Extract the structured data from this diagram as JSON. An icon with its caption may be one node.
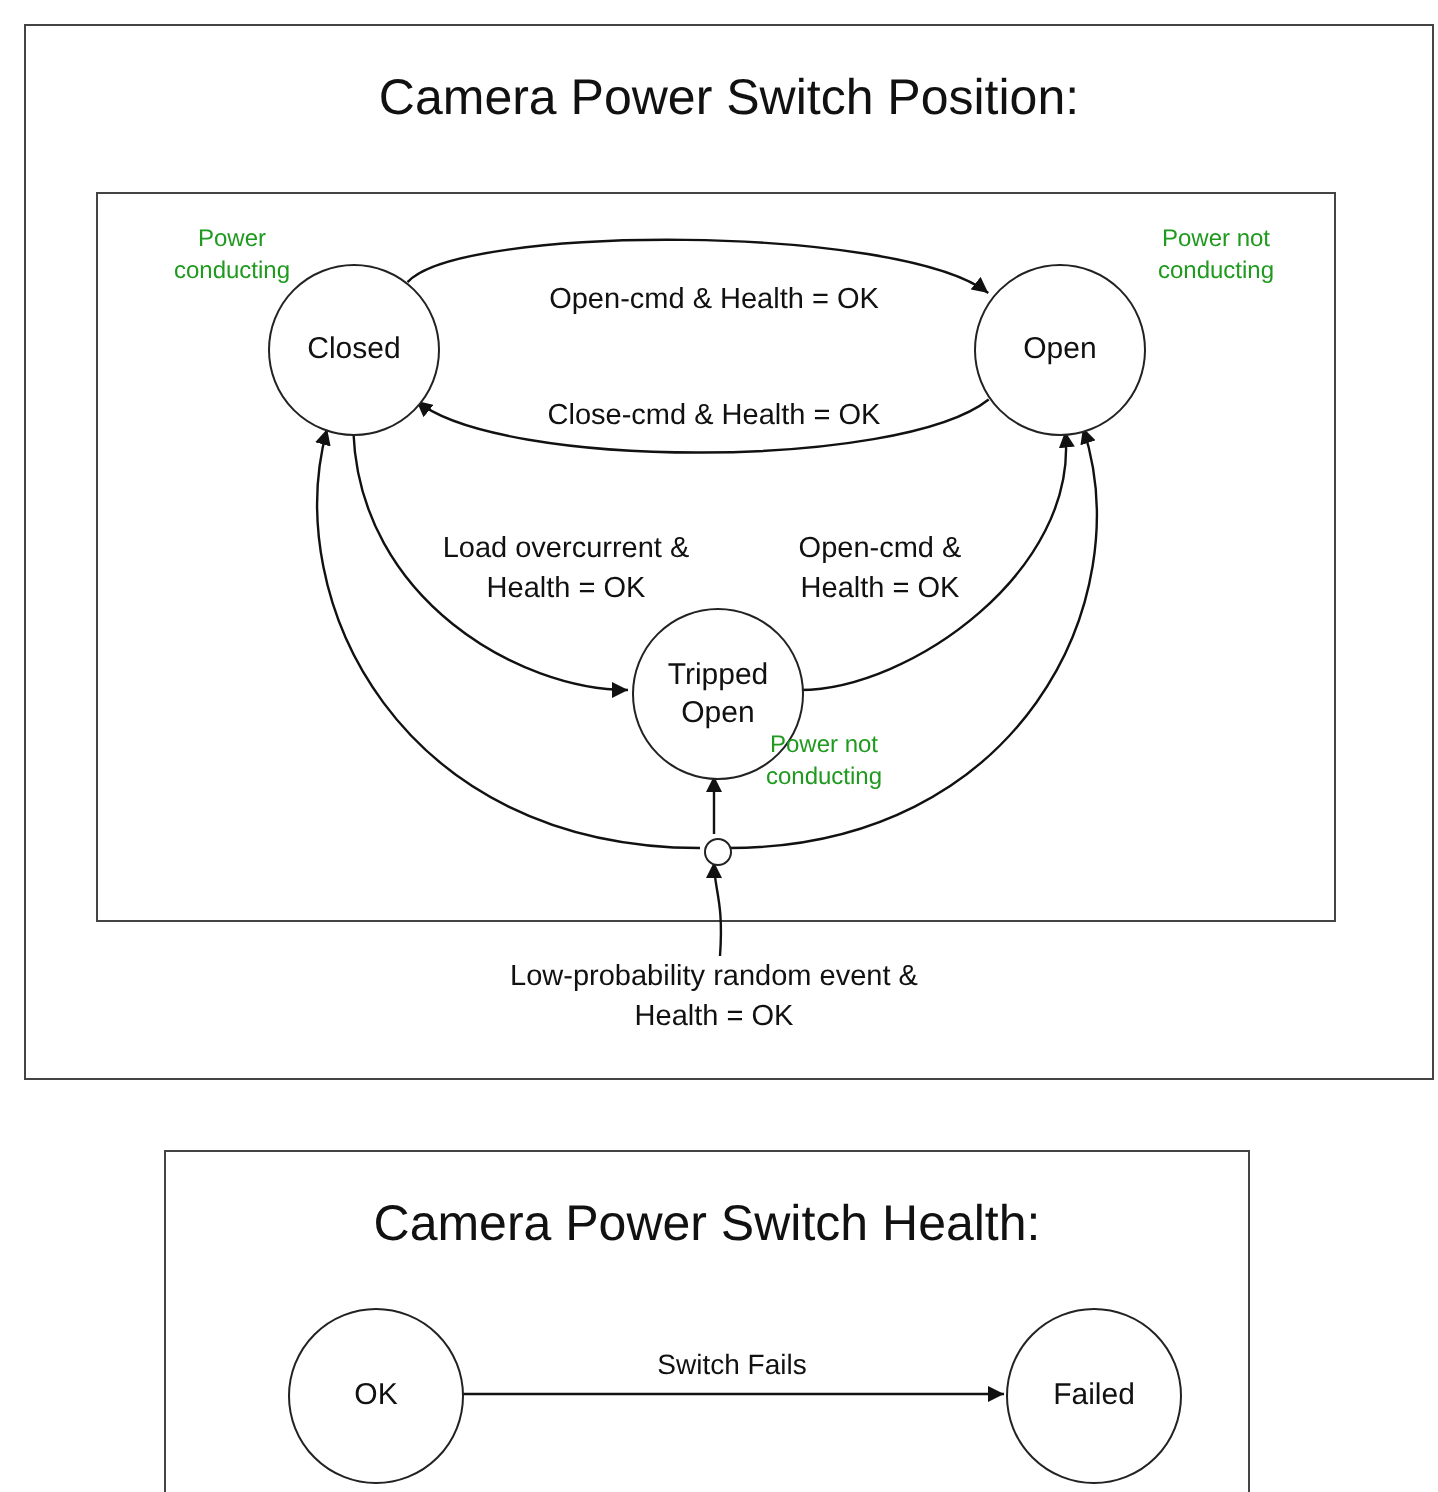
{
  "diagram": {
    "nodes": [
      {
        "text": [
          "Camera Power Switch Position:"
        ]
      },
      {
        "text": [],
        "shape": "box",
        "in": 0
      },
      {
        "text": [
          "Closed"
        ],
        "in": 1,
        "beside": [
          "Power conducting"
        ]
      },
      {
        "text": [
          "Open"
        ],
        "in": 1,
        "beside": [
          "Power not conducting"
        ]
      },
      {
        "text": [
          "Tripped Open"
        ],
        "in": 1,
        "beside": [
          "Power not conducting"
        ]
      },
      {
        "text": [],
        "shape": "circle",
        "in": 1
      },
      {
        "text": [
          "Camera Power Switch Health:"
        ]
      },
      {
        "text": [
          "OK"
        ],
        "in": 6
      },
      {
        "text": [
          "Failed"
        ],
        "in": 6
      }
    ],
    "edges": [
      {
        "from": 2,
        "to": 3,
        "arrow": "to",
        "label": "Open-cmd & Health = OK"
      },
      {
        "from": 3,
        "to": 2,
        "arrow": "to",
        "label": "Close-cmd & Health = OK"
      },
      {
        "from": 2,
        "to": 4,
        "arrow": "to",
        "label": "Load overcurrent & Health = OK"
      },
      {
        "from": 4,
        "to": 3,
        "arrow": "to",
        "label": "Open-cmd & Health = OK"
      },
      {
        "from": 5,
        "to": 2,
        "arrow": "to"
      },
      {
        "from": 5,
        "to": 3,
        "arrow": "to"
      },
      {
        "from": 5,
        "to": 4,
        "arrow": "to"
      },
      {
        "from": null,
        "to": 5,
        "arrow": "to",
        "label": "Low-probability random event & Health = OK"
      },
      {
        "from": 7,
        "to": 8,
        "arrow": "to",
        "label": "Switch Fails"
      }
    ]
  }
}
